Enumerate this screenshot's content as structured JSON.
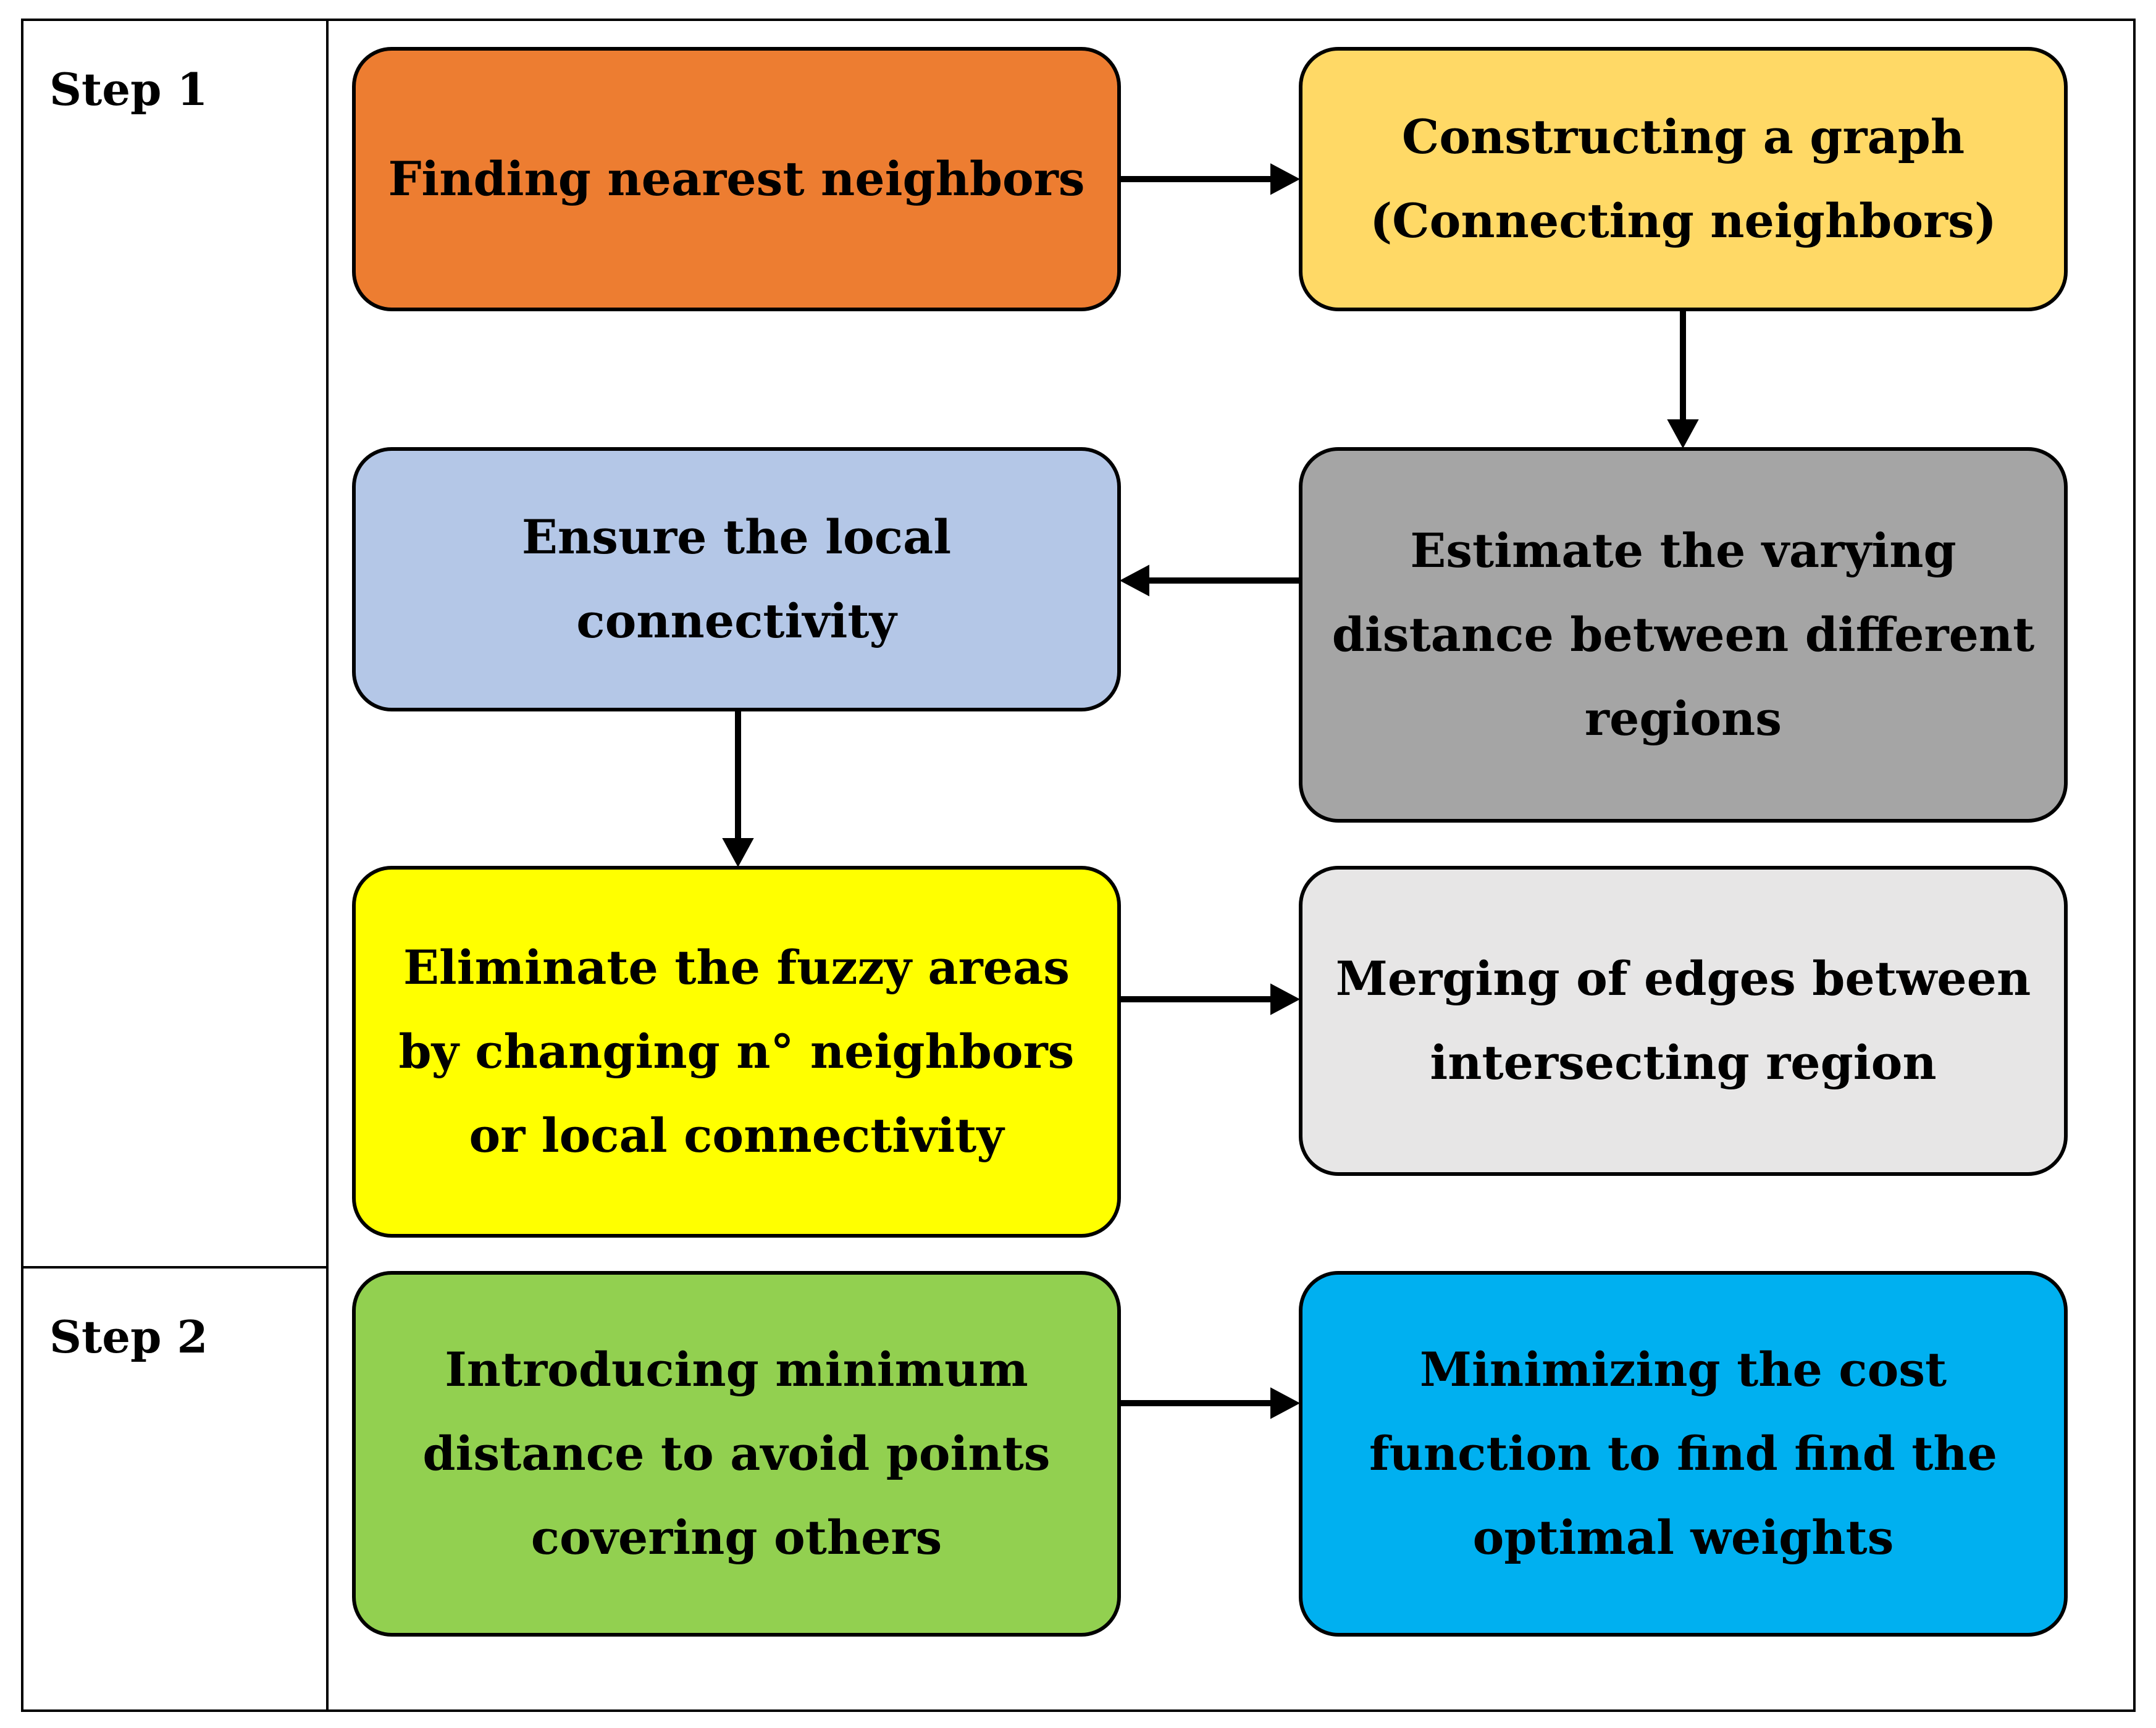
{
  "steps": {
    "step1": "Step 1",
    "step2": "Step 2"
  },
  "colors": {
    "orange": "#ED7D31",
    "light_yellow": "#FFD966",
    "light_blue": "#B4C7E7",
    "gray": "#A5A5A5",
    "yellow": "#FFFF00",
    "light_gray": "#E7E6E6",
    "green": "#92D050",
    "cyan_blue": "#00B0F0"
  },
  "boxes": {
    "finding_neighbors": {
      "lines": [
        "Finding nearest neighbors"
      ]
    },
    "constructing_graph": {
      "lines": [
        "Constructing a graph",
        "(Connecting neighbors)"
      ]
    },
    "ensure_connectivity": {
      "lines": [
        "Ensure the local",
        "connectivity"
      ]
    },
    "estimate_distance": {
      "lines": [
        "Estimate the varying",
        "distance between different",
        "regions"
      ]
    },
    "eliminate_fuzzy": {
      "lines": [
        "Eliminate the fuzzy areas",
        "by changing n° neighbors",
        "or local connectivity"
      ]
    },
    "merging_edges": {
      "lines": [
        "Merging of edges between",
        "intersecting region"
      ]
    },
    "introducing_min_distance": {
      "lines": [
        "Introducing minimum",
        "distance to avoid points",
        "covering others"
      ]
    },
    "minimizing_cost": {
      "lines": [
        "Minimizing the cost",
        "function to find find the",
        "optimal weights"
      ]
    }
  }
}
